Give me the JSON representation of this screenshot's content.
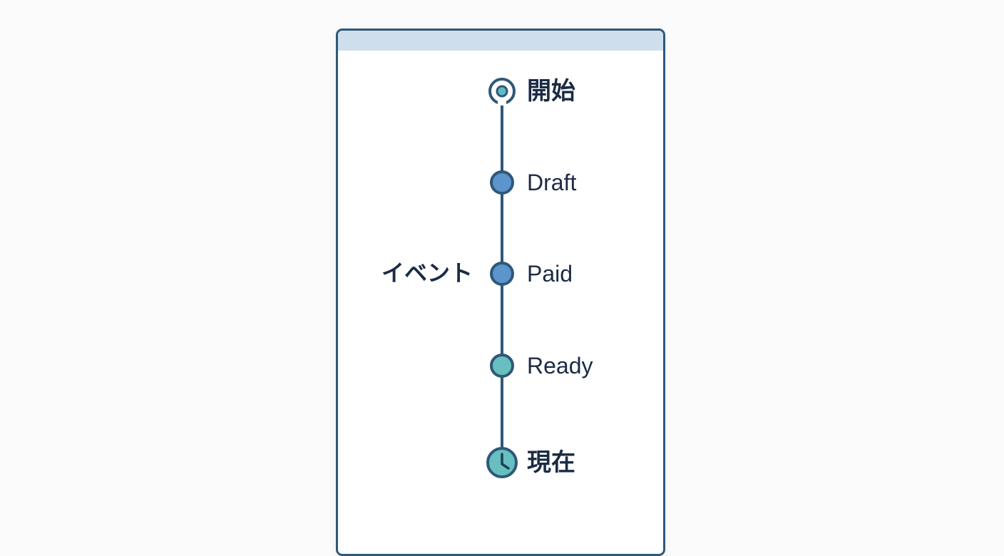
{
  "diagram": {
    "axis_label": "イベント",
    "start": {
      "label": "開始",
      "icon": "start-target-icon"
    },
    "states": [
      {
        "label": "Draft",
        "color": "#5b95cc"
      },
      {
        "label": "Paid",
        "color": "#5b95cc"
      },
      {
        "label": "Ready",
        "color": "#67c0bf"
      }
    ],
    "end": {
      "label": "現在",
      "icon": "clock-icon",
      "color": "#67c0bf"
    },
    "colors": {
      "line": "#2f5878",
      "header": "#cfdeed",
      "text": "#1b2b44"
    }
  }
}
